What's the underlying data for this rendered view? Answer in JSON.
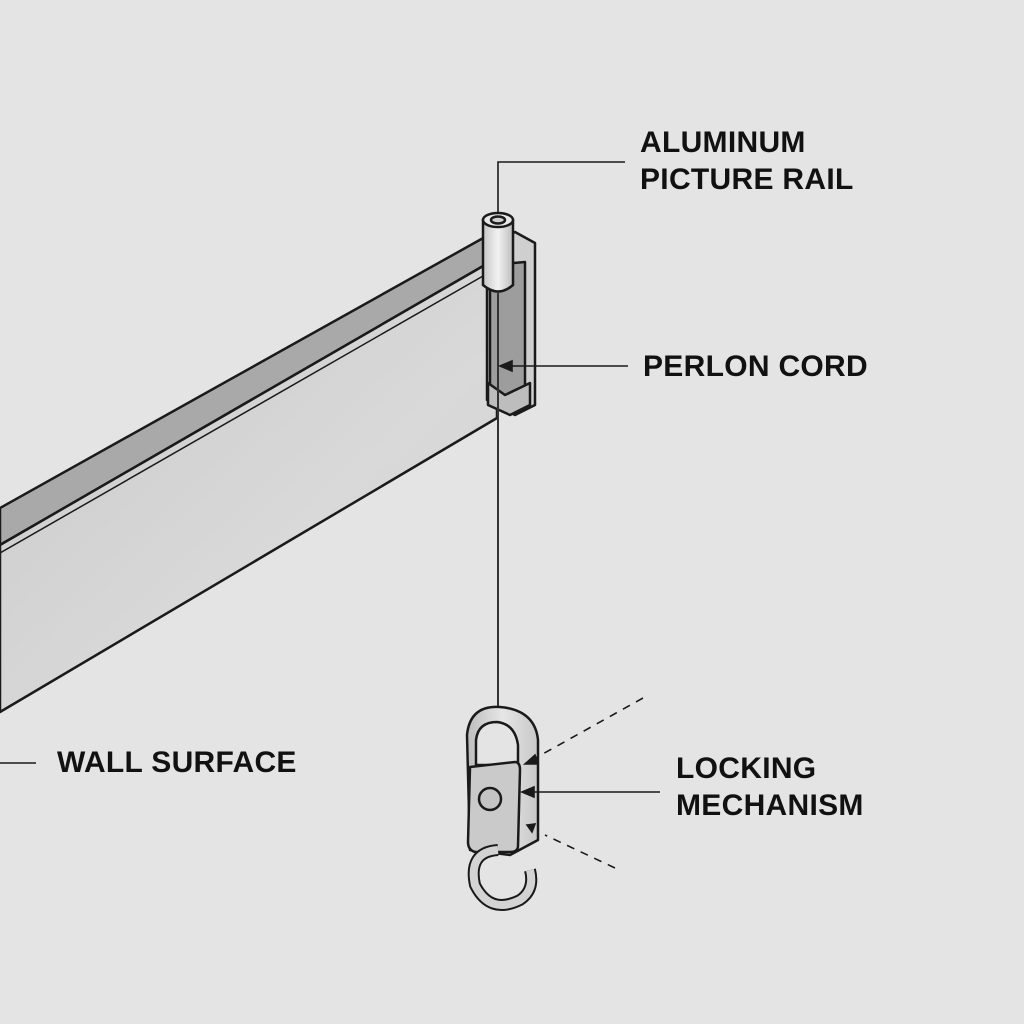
{
  "labels": {
    "rail_line1": "ALUMINUM",
    "rail_line2": "PICTURE RAIL",
    "cord": "PERLON CORD",
    "wall": "WALL SURFACE",
    "lock_line1": "LOCKING",
    "lock_line2": "MECHANISM"
  },
  "colors": {
    "background": "#e4e4e4",
    "outline": "#1a1a1a",
    "metal": "#c4c4c4"
  }
}
